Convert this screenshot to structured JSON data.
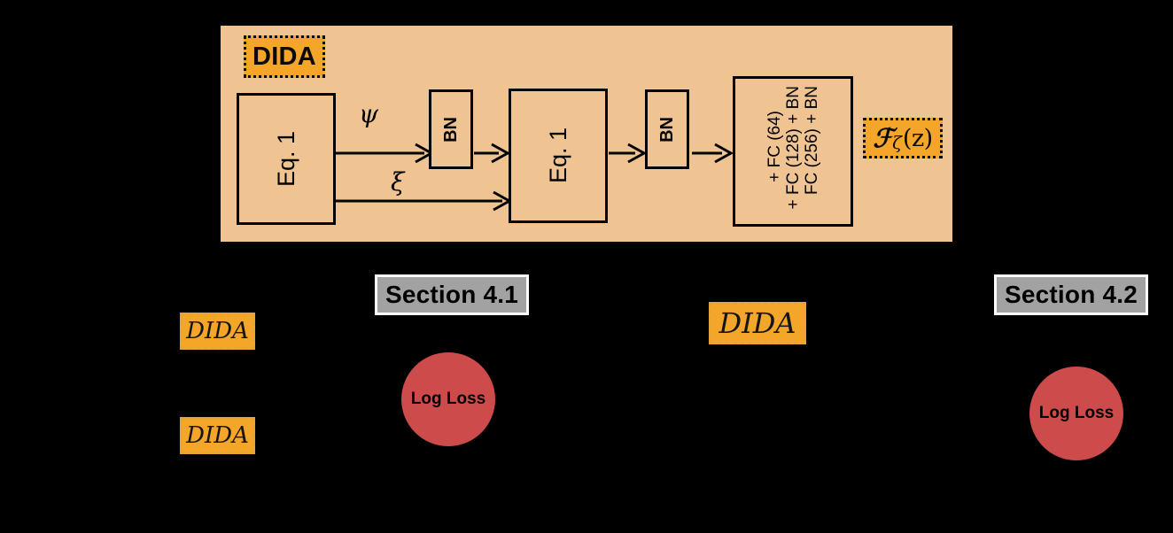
{
  "panel": {
    "title_badge": "DIDA",
    "blocks": {
      "eq1_a": "Eq. 1",
      "eq1_b": "Eq. 1",
      "bn_a": "BN",
      "bn_b": "BN",
      "fc_lines": [
        "FC (256) + BN",
        "+ FC (128) + BN",
        "+ FC (64)"
      ]
    },
    "edges": {
      "psi": "ψ",
      "xi": "ξ"
    },
    "output_badge": {
      "symbol": "ℱ",
      "subscript": "ζ",
      "argument": "(z)"
    },
    "colors": {
      "panel_background": "#EFC392",
      "badge_orange": "#F4A62A",
      "block_border": "#000000"
    }
  },
  "lower": {
    "sections": [
      {
        "label": "Section 4.1"
      },
      {
        "label": "Section 4.2"
      }
    ],
    "dida_tags": [
      {
        "label": "DIDA"
      },
      {
        "label": "DIDA"
      },
      {
        "label": "DIDA"
      }
    ],
    "loss_nodes": [
      {
        "label": "Log Loss"
      },
      {
        "label": "Log Loss"
      }
    ],
    "colors": {
      "section_fill": "#A2A2A2",
      "section_border": "#FFFFFF",
      "loss_fill": "#CE4B4B",
      "tag_fill": "#F4A62A"
    }
  },
  "canvas": {
    "background": "#000000"
  }
}
